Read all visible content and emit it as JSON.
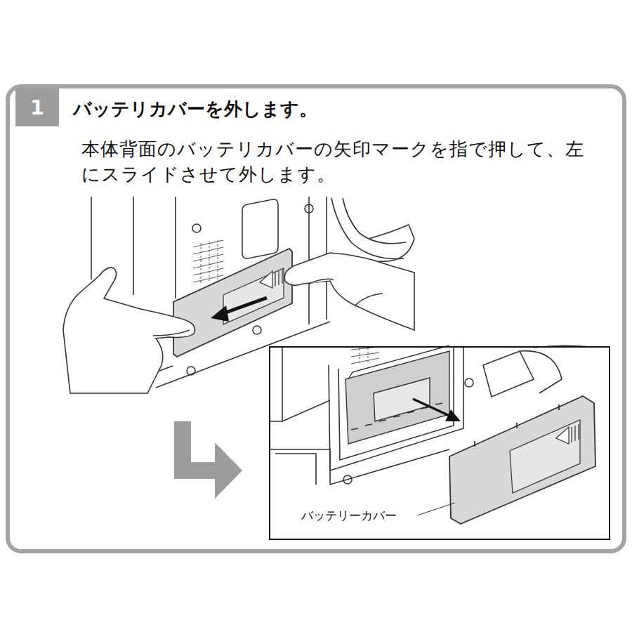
{
  "diagram": {
    "nodes": [
      {
        "text": [
          "バッテリカバーを外します。",
          "本体背面のバッテリカバーの矢印マークを指で押して、左にスライドさせて外します。"
        ]
      },
      {
        "text": [
          "1"
        ],
        "in": 0
      },
      {
        "text": [
          "バッテリーカバー"
        ],
        "in": 0
      }
    ]
  }
}
